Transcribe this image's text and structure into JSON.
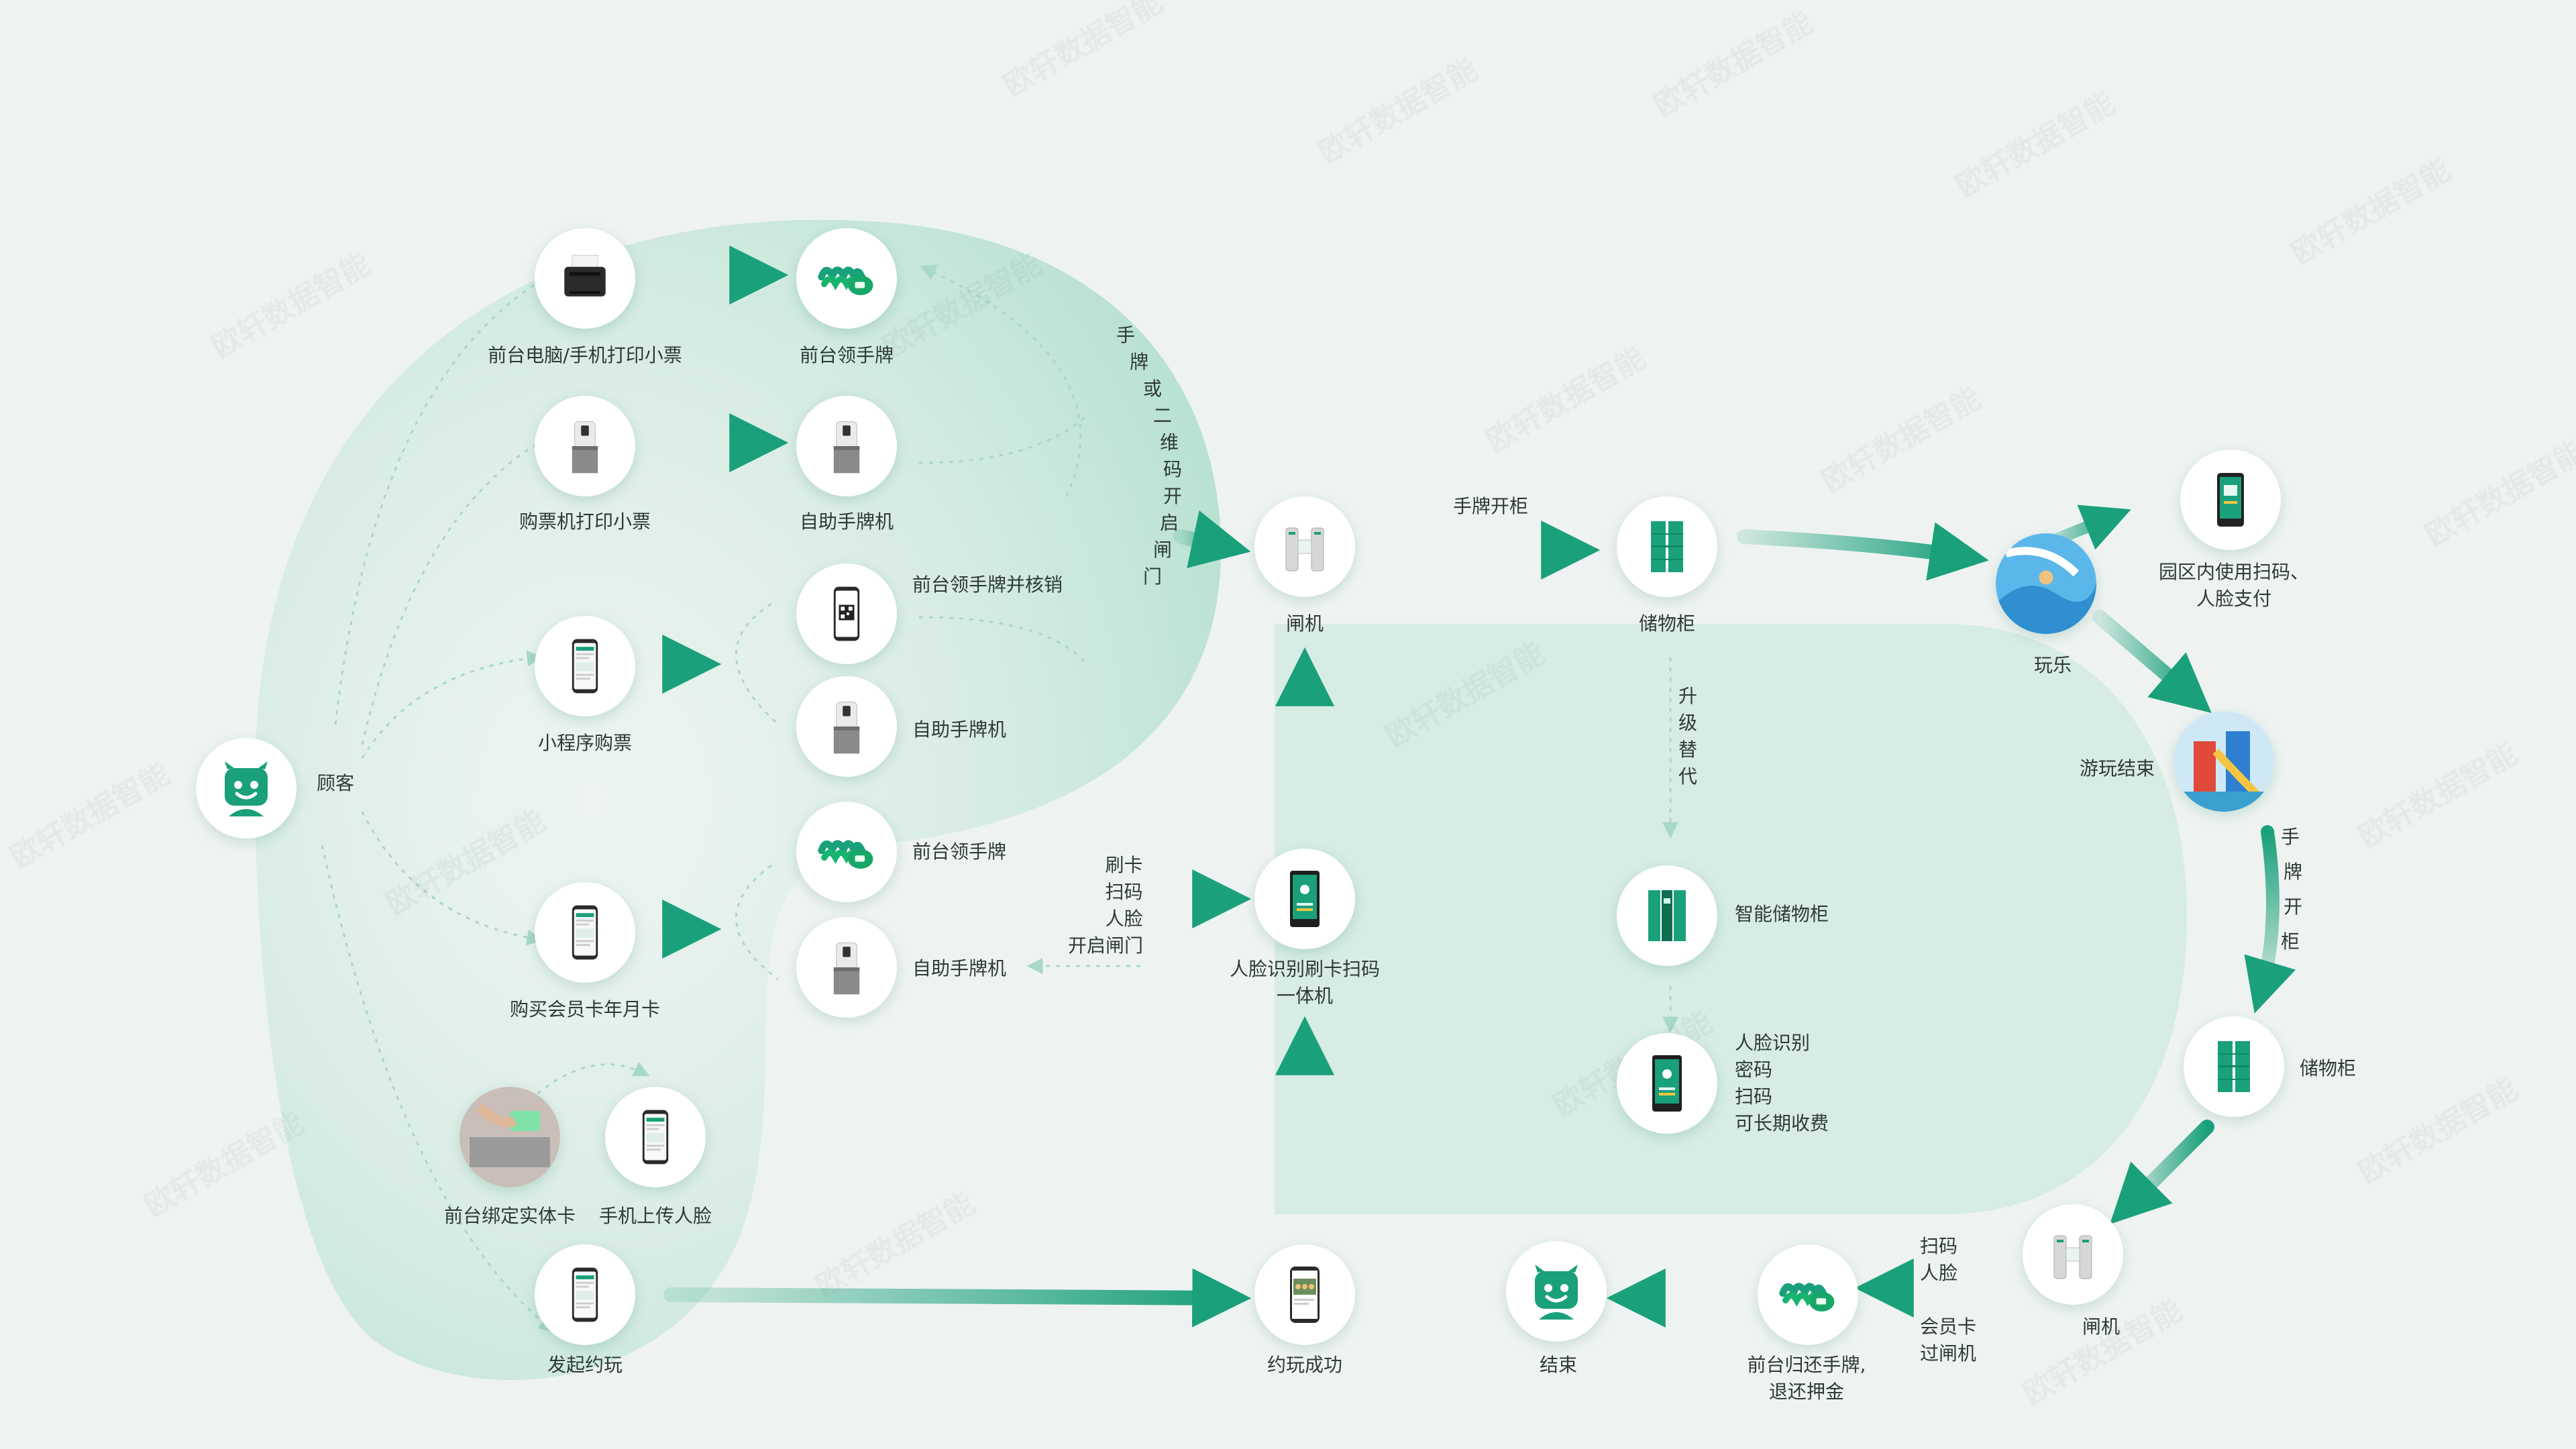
{
  "colors": {
    "accent": "#1aa07a",
    "accent_dark": "#0e8a63",
    "background": "#eef3f1",
    "band": "#cdeae0"
  },
  "watermark": "欧轩数据智能",
  "nodes": {
    "customer": "顾客",
    "printer": "前台电脑/手机打印小票",
    "ticket_kiosk": "购票机打印小票",
    "miniprogram": "小程序购票",
    "member_card": "购买会员卡年月卡",
    "bind_card": "前台绑定实体卡",
    "upload_face": "手机上传人脸",
    "invite": "发起约玩",
    "front_wristband_1": "前台领手牌",
    "self_kiosk_1": "自助手牌机",
    "front_verify": "前台领手牌并核销",
    "self_kiosk_2": "自助手牌机",
    "front_wristband_2": "前台领手牌",
    "self_kiosk_3": "自助手牌机",
    "gate_1": "闸机",
    "face_terminal_1": "人脸识别刷卡扫码",
    "face_terminal_2": "一体机",
    "invite_success": "约玩成功",
    "locker_1": "储物柜",
    "smart_locker": "智能储物柜",
    "play": "玩乐",
    "park_pay_1": "园区内使用扫码、",
    "park_pay_2": "人脸支付",
    "play_end": "游玩结束",
    "locker_2": "储物柜",
    "gate_2": "闸机",
    "return_1": "前台归还手牌,",
    "return_2": "退还押金",
    "end": "结束"
  },
  "edges": {
    "open_gate_vertical": [
      "手",
      "牌",
      "或",
      "二",
      "维",
      "码",
      "开",
      "启",
      "闸",
      "门"
    ],
    "swipe_lines": [
      "刷卡",
      "扫码",
      "人脸",
      "开启闸门"
    ],
    "wristband_locker": "手牌开柜",
    "upgrade_vertical": [
      "升",
      "级",
      "替",
      "代"
    ],
    "locker_features": [
      "人脸识别",
      "密码",
      "扫码",
      "可长期收费"
    ],
    "wristband_open_vertical": [
      "手",
      "牌",
      "开",
      "柜"
    ],
    "exit_scan": [
      "扫码",
      "人脸"
    ],
    "exit_card": [
      "会员卡",
      "过闸机"
    ]
  },
  "icons": {
    "customer": "smiley-face-icon",
    "printer": "receipt-printer-icon",
    "wristband": "wristband-icon",
    "kiosk": "kiosk-icon",
    "phone": "phone-app-icon",
    "gate": "turnstile-gate-icon",
    "face_terminal": "face-terminal-icon",
    "locker": "locker-icon",
    "water_park": "water-slide-photo-icon",
    "payment_device": "payment-device-icon",
    "card_laptop": "card-laptop-photo-icon",
    "group_photo": "group-photo-phone-icon"
  }
}
